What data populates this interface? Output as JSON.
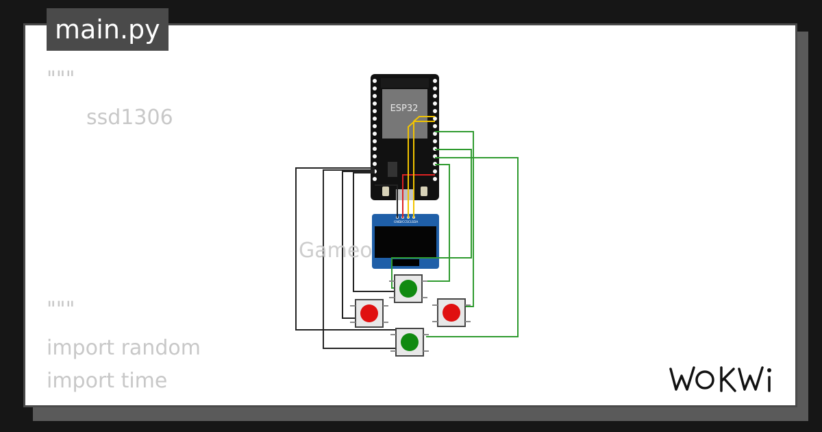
{
  "file_tab": {
    "label": "main.py"
  },
  "code_lines": [
    "\"\"\"",
    "ssd1306",
    "Gameo",
    "\"\"\"",
    "import random",
    "import time"
  ],
  "circuit": {
    "board_label": "ESP32",
    "oled_pin_labels": [
      "GND",
      "VCC",
      "SCL",
      "SDA"
    ],
    "buttons": [
      "green",
      "red",
      "red",
      "green"
    ]
  },
  "brand": {
    "logo_text": "WOKWi"
  },
  "colors": {
    "page_bg": "#161616",
    "card_bg": "#ffffff",
    "tab_bg": "#4a4a4a",
    "wire_black": "#222222",
    "wire_green": "#2e9a2e",
    "wire_yellow": "#f2c400",
    "wire_red": "#dd2222",
    "button_red": "#e01010",
    "button_green": "#108a10"
  }
}
